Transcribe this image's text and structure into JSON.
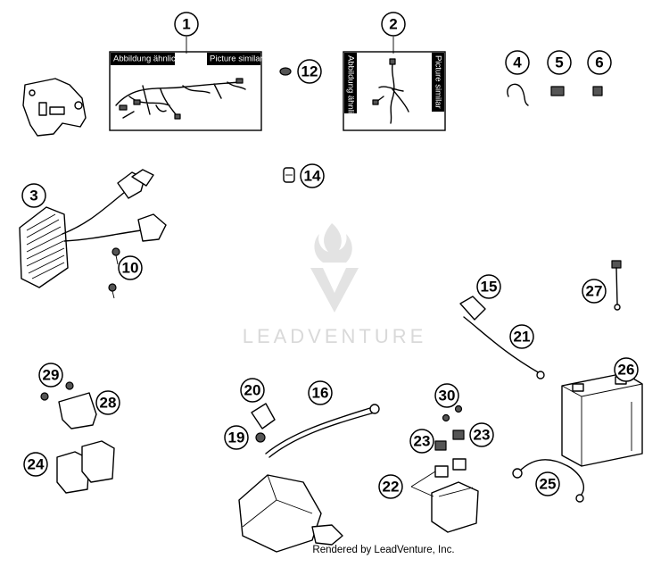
{
  "watermark": {
    "brand": "LEADVENTURE"
  },
  "footer": {
    "text": "Rendered by LeadVenture, Inc."
  },
  "boxes": {
    "harness_1": {
      "left_title": "Abbildung ähnlich",
      "right_title": "Picture similar"
    },
    "harness_2": {
      "left_title": "Abbildung ähnlich",
      "right_title": "Picture similar"
    }
  },
  "callouts": [
    "1",
    "2",
    "3",
    "4",
    "5",
    "6",
    "10",
    "12",
    "14",
    "15",
    "16",
    "19",
    "20",
    "21",
    "22",
    "23",
    "23",
    "24",
    "25",
    "26",
    "27",
    "28",
    "29",
    "30"
  ]
}
